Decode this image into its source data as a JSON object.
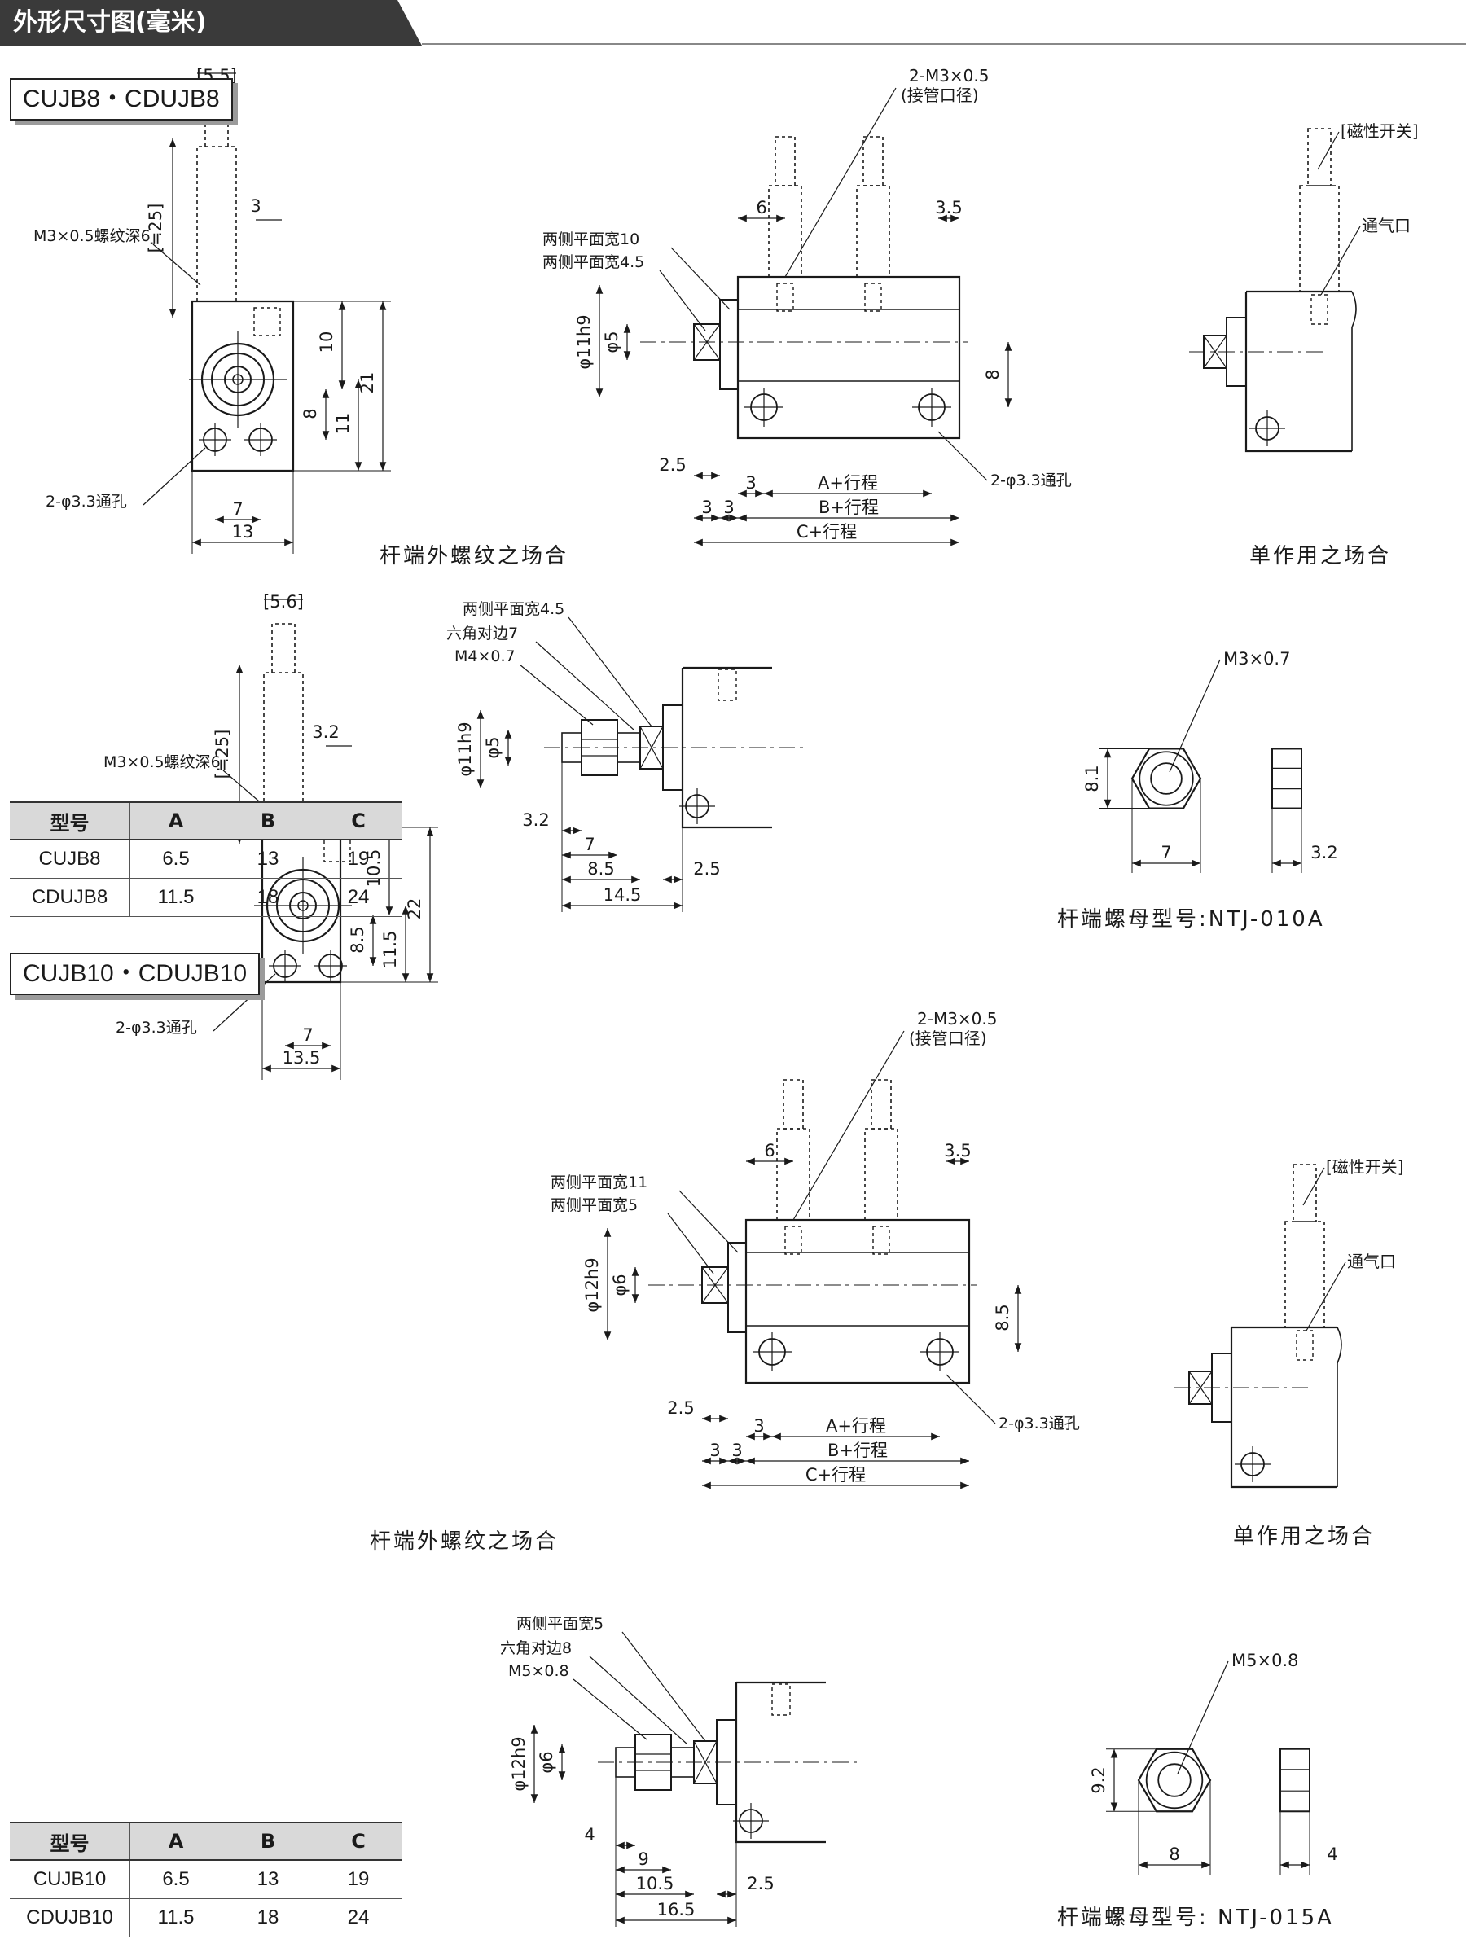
{
  "header": {
    "title": "外形尺寸图(毫米)",
    "bar_color": "#333333"
  },
  "sections": [
    {
      "label": "CUJB8・CDUJB8",
      "front": {
        "top_dim": "[5.5]",
        "thread": "M3×0.5螺纹深6",
        "overall_len": "[≒25]",
        "top_off": "3",
        "upper_h": "10",
        "total_h": "21",
        "lower_in": "8",
        "lower_h": "11",
        "holes": "2-φ3.3通孔",
        "hole_pitch": "7",
        "width": "13"
      },
      "side": {
        "ports": "2-M3×0.5",
        "ports_sub": "(接管口径)",
        "flat1": "两侧平面宽10",
        "flat2": "两侧平面宽4.5",
        "rod_boss": "φ11h9",
        "rod": "φ5",
        "port_off": "6",
        "port_end": "3.5",
        "center_h": "8",
        "offset": "2.5",
        "a_off": "3",
        "a_len": "A+行程",
        "b_off1": "3",
        "b_off2": "3",
        "b_len": "B+行程",
        "c_len": "C+行程",
        "holes": "2-φ3.3通孔"
      },
      "single": {
        "switch": "[磁性开关]",
        "vent": "通气口"
      },
      "rod_end": {
        "flat": "两侧平面宽4.5",
        "hex": "六角对边7",
        "thread": "M4×0.7",
        "boss": "φ11h9",
        "rod": "φ5",
        "d1": "3.2",
        "d2": "7",
        "d3": "8.5",
        "d4": "2.5",
        "d5": "14.5"
      },
      "nut": {
        "thread": "M3×0.7",
        "height": "8.1",
        "width": "7",
        "thick": "3.2"
      },
      "captions": {
        "side": "杆端外螺纹之场合",
        "single": "单作用之场合",
        "nut": "杆端螺母型号:NTJ-010A"
      },
      "table": {
        "headers": [
          "型号",
          "A",
          "B",
          "C"
        ],
        "rows": [
          [
            "CUJB8",
            "6.5",
            "13",
            "19"
          ],
          [
            "CDUJB8",
            "11.5",
            "18",
            "24"
          ]
        ]
      }
    },
    {
      "label": "CUJB10・CDUJB10",
      "front": {
        "top_dim": "[5.6]",
        "thread": "M3×0.5螺纹深6",
        "overall_len": "[≒25]",
        "top_off": "3.2",
        "upper_h": "10.5",
        "total_h": "22",
        "lower_in": "8.5",
        "lower_h": "11.5",
        "holes": "2-φ3.3通孔",
        "hole_pitch": "7",
        "width": "13.5"
      },
      "side": {
        "ports": "2-M3×0.5",
        "ports_sub": "(接管口径)",
        "flat1": "两侧平面宽11",
        "flat2": "两侧平面宽5",
        "rod_boss": "φ12h9",
        "rod": "φ6",
        "port_off": "6",
        "port_end": "3.5",
        "center_h": "8.5",
        "offset": "2.5",
        "a_off": "3",
        "a_len": "A+行程",
        "b_off1": "3",
        "b_off2": "3",
        "b_len": "B+行程",
        "c_len": "C+行程",
        "holes": "2-φ3.3通孔"
      },
      "single": {
        "switch": "[磁性开关]",
        "vent": "通气口"
      },
      "rod_end": {
        "flat": "两侧平面宽5",
        "hex": "六角对边8",
        "thread": "M5×0.8",
        "boss": "φ12h9",
        "rod": "φ6",
        "d1": "4",
        "d2": "9",
        "d3": "10.5",
        "d4": "2.5",
        "d5": "16.5"
      },
      "nut": {
        "thread": "M5×0.8",
        "height": "9.2",
        "width": "8",
        "thick": "4"
      },
      "captions": {
        "side": "杆端外螺纹之场合",
        "single": "单作用之场合",
        "nut": "杆端螺母型号: NTJ-015A"
      },
      "table": {
        "headers": [
          "型号",
          "A",
          "B",
          "C"
        ],
        "rows": [
          [
            "CUJB10",
            "6.5",
            "13",
            "19"
          ],
          [
            "CDUJB10",
            "11.5",
            "18",
            "24"
          ]
        ]
      }
    }
  ]
}
